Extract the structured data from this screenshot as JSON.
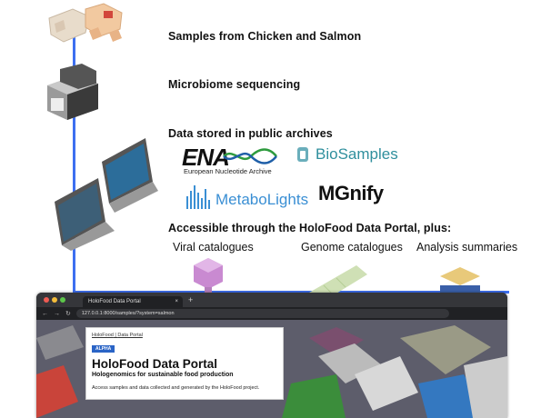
{
  "steps": {
    "samples": "Samples from Chicken and Salmon",
    "sequencing": "Microbiome sequencing",
    "archives": "Data stored in public archives",
    "accessible": "Accessible through the HoloFood Data Portal, plus:"
  },
  "logos": {
    "ena": "ENA",
    "ena_sub": "European Nucleotide Archive",
    "biosamples": "BioSamples",
    "metabolights": "MetaboLights",
    "mgnify": "MGnify"
  },
  "catalogues": {
    "viral": "Viral catalogues",
    "genome": "Genome catalogues",
    "analysis": "Analysis summaries"
  },
  "browser": {
    "tab_title": "HoloFood Data Portal",
    "tab_close": "×",
    "new_tab": "+",
    "url": "127.0.0.1:8000/samples/?system=salmon",
    "breadcrumb_home": "HoloFood",
    "breadcrumb_sep": " | ",
    "breadcrumb_current": "Data Portal",
    "badge": "ALPHA",
    "title": "HoloFood Data Portal",
    "subtitle": "Hologenomics for sustainable food production",
    "description": "Access samples and data collected and generated by the HoloFood project."
  },
  "colors": {
    "flow_line": "#3d6ff0",
    "badge": "#2a64c6",
    "biosamples": "#2f8f9d",
    "metabolights": "#3a8fd4"
  },
  "icons": [
    "chicken-salmon-icon",
    "sequencer-icon",
    "laptops-icon",
    "virus-icon",
    "genome-icon",
    "books-icon"
  ]
}
